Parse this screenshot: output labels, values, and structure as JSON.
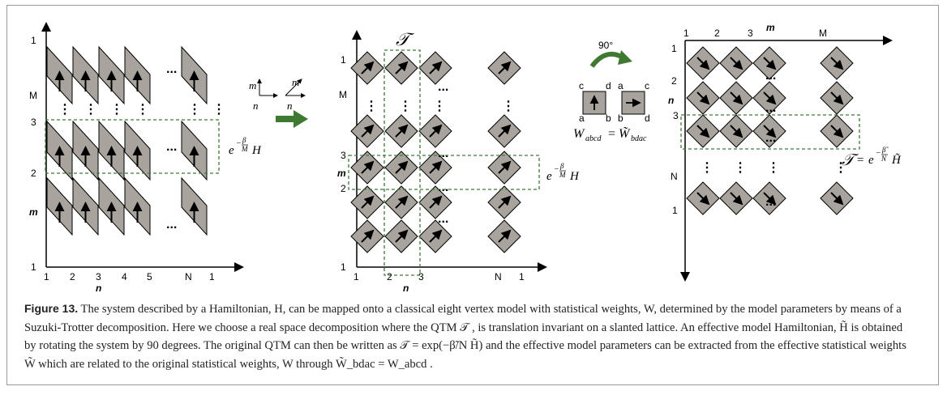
{
  "panel_left": {
    "x_ticks": [
      "1",
      "2",
      "3",
      "4",
      "5",
      "N",
      "1"
    ],
    "y_ticks_bottom": [
      "1",
      "2",
      "3"
    ],
    "y_label_M": "M",
    "y_tick_top": "1",
    "x_axis_label": "n",
    "y_axis_label": "m",
    "ellipsis": "...",
    "vellipsis": "⋮",
    "exp_label": "e^{-β/M} H"
  },
  "axes_inset": {
    "m": "m",
    "n": "n"
  },
  "panel_mid": {
    "title": "𝒯",
    "x_ticks": [
      "1",
      "2",
      "3",
      "N",
      "1"
    ],
    "x_axis_label": "n",
    "y_ticks": [
      "1",
      "2",
      "3",
      "M",
      "1"
    ],
    "y_axis_label": "m",
    "exp_label": "e^{-β/M} H"
  },
  "rotation": {
    "angle": "90°",
    "corners_left": [
      "c",
      "d",
      "a",
      "b"
    ],
    "corners_right": [
      "a",
      "c",
      "b",
      "d"
    ],
    "equation_lhs": "W",
    "equation_lhs_sub": "abcd",
    "equation_eq": "=",
    "equation_rhs": "W̃",
    "equation_rhs_sub": "bdac"
  },
  "panel_right": {
    "x_ticks": [
      "1",
      "2",
      "3",
      "M"
    ],
    "x_axis_label": "m",
    "y_ticks": [
      "1",
      "2",
      "3",
      "N",
      "1"
    ],
    "y_axis_label": "n",
    "tau_eq": "𝒯 = e^{-β̃/N} H̃"
  },
  "caption": {
    "label": "Figure 13.",
    "text": " The system described by a Hamiltonian, H, can be mapped onto a classical eight vertex model with statistical weights, W, determined by the model parameters by means of a Suzuki-Trotter decomposition. Here we choose a real space decomposition where the QTM 𝒯 , is translation invariant on a slanted lattice. An effective model Hamiltonian, H̃ is obtained by rotating the system by 90 degrees. The original QTM can then be written as 𝒯 = exp(−β̃/N H̃) and the effective model parameters can be extracted from the effective statistical weights W̃ which are related to the original statistical weights, W through W̃_bdac = W_abcd ."
  },
  "colors": {
    "tile_fill": "#a8a39c",
    "tile_stroke": "#000000",
    "dashed_box": "#3f7a3a",
    "arrow_green": "#3f7a32",
    "frame": "#9a9a9a"
  }
}
